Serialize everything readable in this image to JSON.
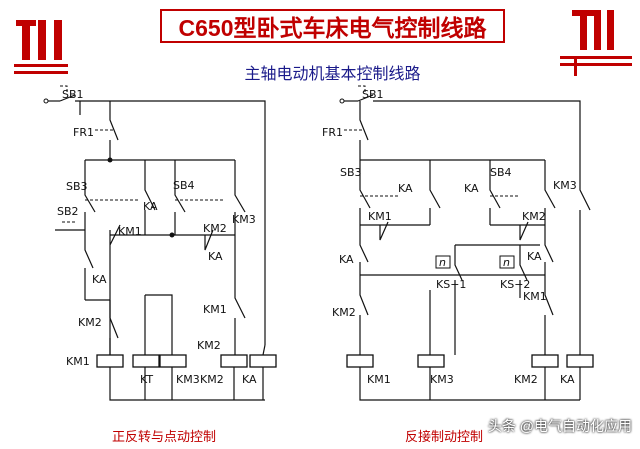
{
  "header": {
    "title": "C650型卧式车床电气控制线路",
    "subtitle": "主轴电动机基本控制线路"
  },
  "left_circuit": {
    "labels": {
      "sb1": "SB1",
      "fr1": "FR1",
      "sb3": "SB3",
      "sb4": "SB4",
      "sb2": "SB2",
      "ka_a": "KA",
      "ka_b": "KA",
      "ka_c": "KA",
      "ka_d": "KA",
      "km1_a": "KM1",
      "km2_a": "KM2",
      "km3_a": "KM3",
      "km2_b": "KM2",
      "km1_b": "KM1",
      "km2_c": "KM2",
      "coil_km1": "KM1",
      "coil_kt": "KT",
      "coil_km3": "KM3",
      "coil_km2": "KM2",
      "coil_ka": "KA"
    },
    "caption": "正反转与点动控制"
  },
  "right_circuit": {
    "labels": {
      "sb1": "SB1",
      "fr1": "FR1",
      "sb3": "SB3",
      "sb4": "SB4",
      "ka_a": "KA",
      "ka_b": "KA",
      "ka_c": "KA",
      "ka_d": "KA",
      "km3_a": "KM3",
      "km1_a": "KM1",
      "km2_a": "KM2",
      "n1": "n",
      "n2": "n",
      "ks1": "KS−1",
      "ks2": "KS−2",
      "km2_b": "KM2",
      "km1_b": "KM1",
      "coil_km1": "KM1",
      "coil_km3": "KM3",
      "coil_km2": "KM2",
      "coil_ka": "KA"
    },
    "caption": "反接制动控制"
  },
  "watermark": "头条 @电气自动化应用",
  "colors": {
    "title": "#c00000",
    "subtitle": "#1a1a8a",
    "caption": "#c00000",
    "logo": "#c00000"
  }
}
